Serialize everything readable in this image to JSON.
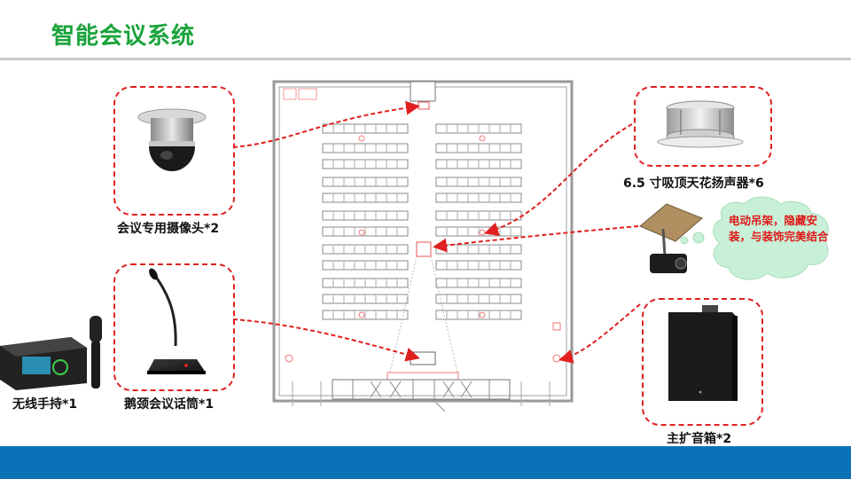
{
  "page": {
    "title": "智能会议系统"
  },
  "devices": {
    "camera": {
      "label": "会议专用摄像头*2",
      "icon": "ptz-dome-camera-icon"
    },
    "gooseneck": {
      "label": "鹅颈会议话筒*1",
      "icon": "gooseneck-microphone-icon"
    },
    "wireless": {
      "label": "无线手持*1",
      "icon": "wireless-handheld-mic-icon"
    },
    "ceiling_speaker": {
      "label": "6.5 寸吸顶天花扬声器*6",
      "icon": "ceiling-speaker-icon"
    },
    "main_speaker": {
      "label": "主扩音箱*2",
      "icon": "wall-speaker-icon"
    },
    "projector": {
      "icon": "ceiling-projector-mount-icon",
      "note": "电动吊架，隐藏安装，与装饰完美结合"
    }
  },
  "colors": {
    "title": "#1aa33a",
    "callout_border": "#e02020",
    "footer": "#0b72b8",
    "cloud": "#c8f0d8",
    "note": "#e01818"
  }
}
